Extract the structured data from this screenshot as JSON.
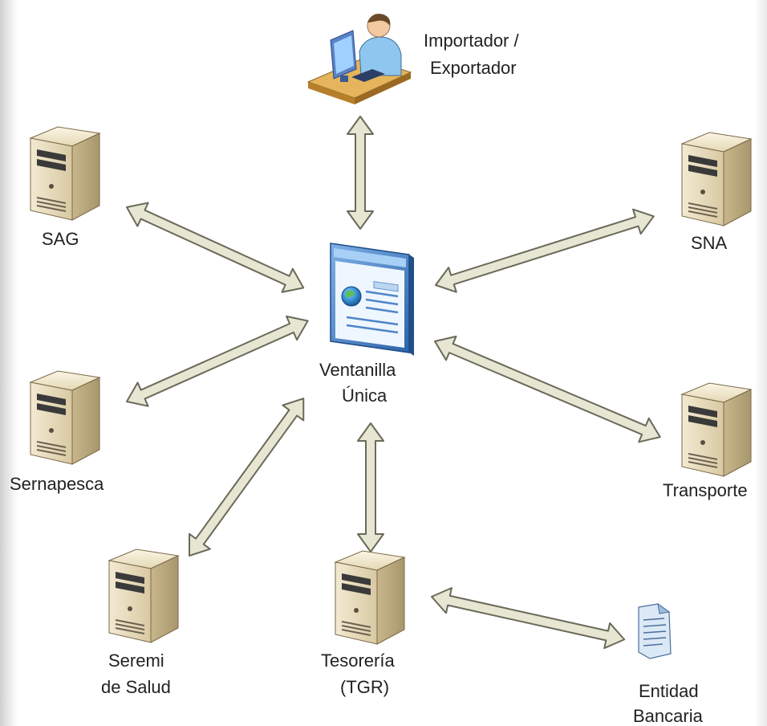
{
  "nodes": {
    "importer": {
      "label_line1": "Importador /",
      "label_line2": "Exportador",
      "icon": "person-at-computer-icon"
    },
    "center": {
      "label_line1": "Ventanilla",
      "label_line2": "Única",
      "icon": "browser-window-icon"
    },
    "sag": {
      "label": "SAG",
      "icon": "server-icon"
    },
    "sna": {
      "label": "SNA",
      "icon": "server-icon"
    },
    "sernapesca": {
      "label": "Sernapesca",
      "icon": "server-icon"
    },
    "transporte": {
      "label": "Transporte",
      "icon": "server-icon"
    },
    "seremi": {
      "label_line1": "Seremi",
      "label_line2": "de Salud",
      "icon": "server-icon"
    },
    "tesoreria": {
      "label_line1": "Tesorería",
      "label_line2": "(TGR)",
      "icon": "server-icon"
    },
    "banco": {
      "label_line1": "Entidad",
      "label_line2": "Bancaria",
      "icon": "document-icon"
    }
  },
  "colors": {
    "arrow_fill": "#e6e6d2",
    "arrow_stroke": "#6a6a5a",
    "server_body": "#e8dcbc",
    "server_side": "#b7a67f",
    "window_blue": "#3b78c0"
  }
}
